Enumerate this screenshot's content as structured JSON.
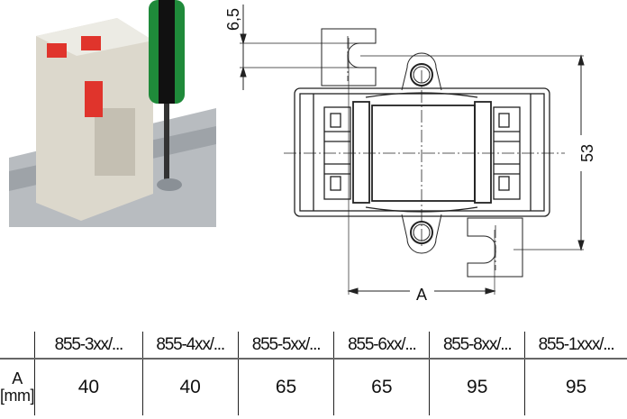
{
  "drawing": {
    "dim_top_gap": "6,5",
    "dim_height": "53",
    "dim_width_label": "A"
  },
  "table": {
    "row_label_line1": "A",
    "row_label_line2": "[mm]",
    "columns": [
      "855-3xx/...",
      "855-4xx/...",
      "855-5xx/...",
      "855-6xx/...",
      "855-8xx/...",
      "855-1xxx/..."
    ],
    "values": [
      "40",
      "40",
      "65",
      "65",
      "95",
      "95"
    ]
  },
  "colors": {
    "device_body": "#dcd8cc",
    "release_tab": "#e0342c",
    "screwdriver": "#1f8a3a"
  }
}
